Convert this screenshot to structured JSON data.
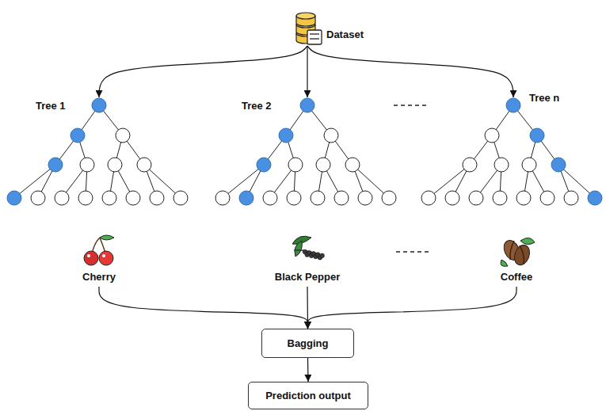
{
  "diagram": {
    "nodes": [
      {
        "text": [
          "Dataset"
        ]
      },
      {
        "text": [
          "Tree 1"
        ]
      },
      {
        "text": [
          "Tree 2"
        ]
      },
      {
        "text": [
          "Tree n"
        ]
      },
      {
        "text": [
          "Cherry"
        ]
      },
      {
        "text": [
          "Black Pepper"
        ]
      },
      {
        "text": [
          "Coffee"
        ]
      },
      {
        "text": [
          "Bagging"
        ]
      },
      {
        "text": [
          "Prediction output"
        ]
      }
    ],
    "edges": [
      {
        "from": 0,
        "to": 1,
        "arrow": "to"
      },
      {
        "from": 0,
        "to": 2,
        "arrow": "to"
      },
      {
        "from": 0,
        "to": 3,
        "arrow": "to"
      },
      {
        "from": 4,
        "to": 7,
        "arrow": "to"
      },
      {
        "from": 5,
        "to": 7,
        "arrow": "to"
      },
      {
        "from": 6,
        "to": 7,
        "arrow": "to"
      },
      {
        "from": 7,
        "to": 8,
        "arrow": "to"
      }
    ]
  }
}
